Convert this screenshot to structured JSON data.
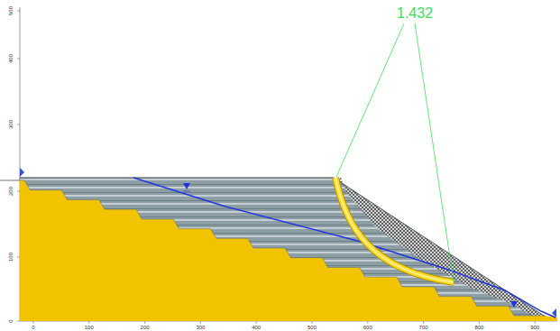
{
  "diagram": {
    "labels": [
      "1.432",
      "500",
      "400",
      "300",
      "200",
      "100",
      "0",
      "0",
      "100",
      "200",
      "300",
      "400",
      "500",
      "600",
      "700",
      "800",
      "900"
    ]
  }
}
